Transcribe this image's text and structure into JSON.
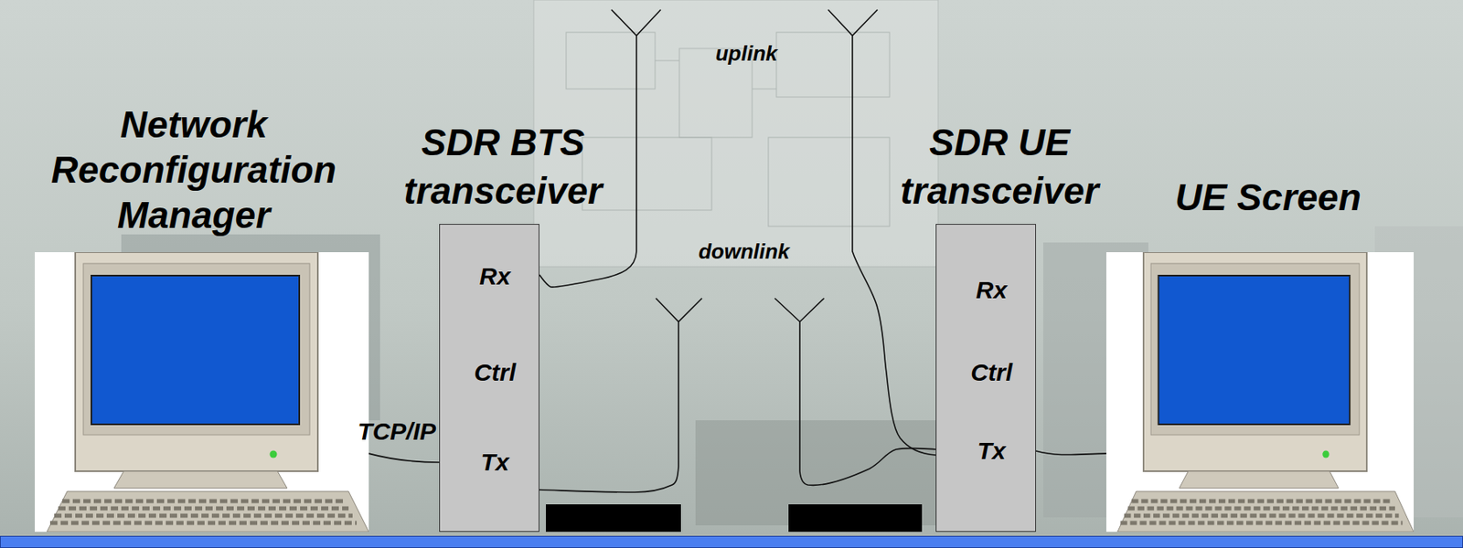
{
  "diagram": {
    "nodes": [
      {
        "text": [
          "Network Reconfiguration Manager"
        ]
      },
      {
        "text": [
          "SDR BTS transceiver",
          "Rx",
          "Ctrl",
          "Tx"
        ]
      },
      {
        "text": [
          "SDR UE transceiver",
          "Rx",
          "Ctrl",
          "Tx"
        ]
      },
      {
        "text": [
          "UE Screen"
        ]
      }
    ],
    "edges": [
      {
        "from": 0,
        "to": 1,
        "arrow": "none",
        "label": "TCP/IP"
      },
      {
        "from": 2,
        "to": 3,
        "arrow": "none"
      }
    ],
    "labels": [
      "uplink",
      "downlink"
    ]
  }
}
